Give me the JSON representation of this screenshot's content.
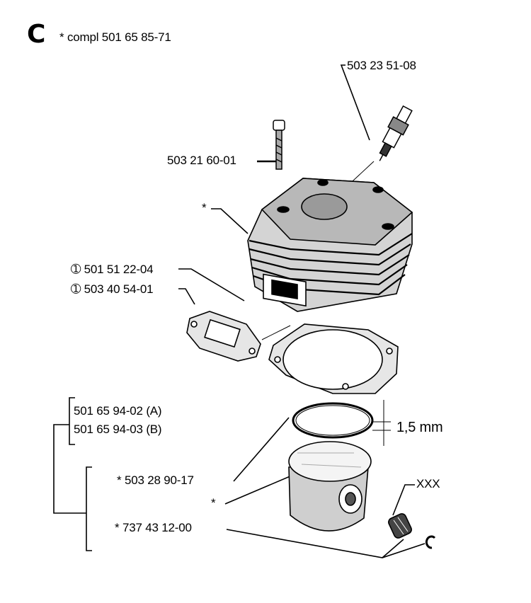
{
  "header": {
    "section_letter": "C",
    "note": "* compl 501 65 85-71"
  },
  "labels": {
    "spark_plug": "503 23 51-08",
    "bolt": "503 21 60-01",
    "cylinder_star": "*",
    "gasket_1": "➀ 501 51 22-04",
    "gasket_2": "➀ 503 40 54-01",
    "ring_a": "501 65 94-02 (A)",
    "ring_b": "501 65 94-03 (B)",
    "ring_thickness": "1,5 mm",
    "piston_kit": "*  503 28 90-17",
    "piston_star": "*",
    "bearing": "XXX",
    "circlip": "*  737 43 12-00"
  },
  "parts": [
    "spark-plug",
    "cylinder-bolt",
    "cylinder",
    "exhaust-gasket",
    "base-gasket",
    "piston-ring",
    "piston",
    "needle-bearing",
    "circlip"
  ]
}
